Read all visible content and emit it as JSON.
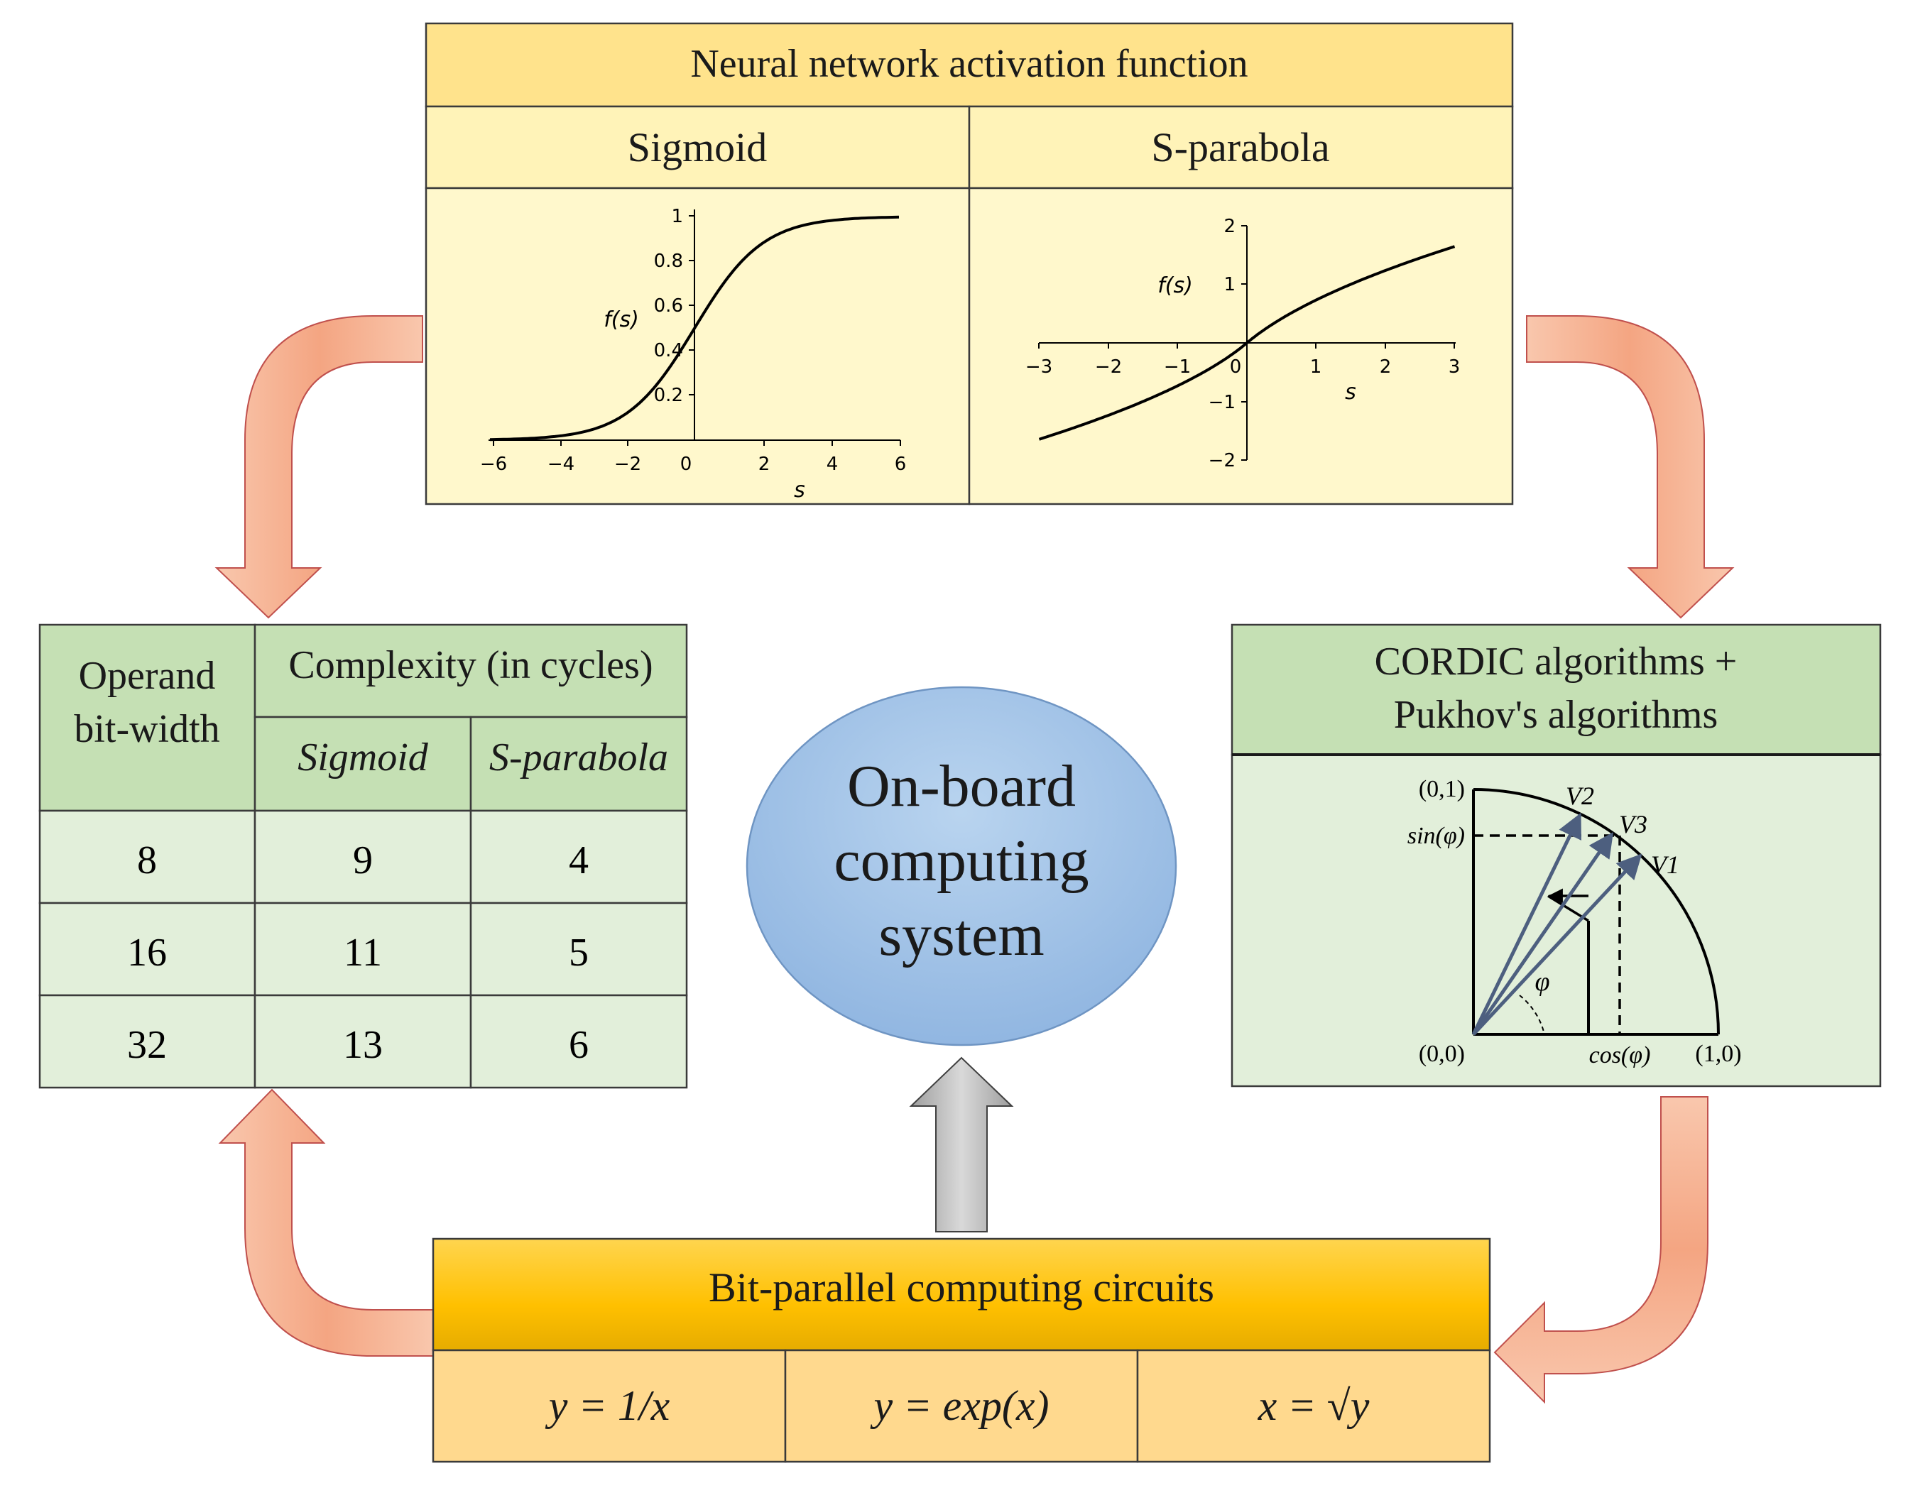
{
  "activation_panel": {
    "title": "Neural network activation function",
    "col_sigmoid": "Sigmoid",
    "col_sparabola": "S-parabola",
    "sigmoid_plot": {
      "y_label": "f(s)",
      "x_label": "s",
      "x_ticks": [
        "−6",
        "−4",
        "−2",
        "0",
        "2",
        "4",
        "6"
      ],
      "y_ticks": [
        "0.2",
        "0.4",
        "0.6",
        "0.8",
        "1"
      ]
    },
    "sparabola_plot": {
      "y_label": "f(s)",
      "x_label": "s",
      "x_ticks": [
        "−3",
        "−2",
        "−1",
        "0",
        "1",
        "2",
        "3"
      ],
      "y_ticks": [
        "−2",
        "−1",
        "1",
        "2"
      ]
    }
  },
  "complexity_table": {
    "header_operand": [
      "Operand",
      "bit-width"
    ],
    "header_complexity": "Complexity (in cycles)",
    "sub_sigmoid": "Sigmoid",
    "sub_sparabola": "S-parabola",
    "rows": [
      {
        "width": "8",
        "sigmoid": "9",
        "sparabola": "4"
      },
      {
        "width": "16",
        "sigmoid": "11",
        "sparabola": "5"
      },
      {
        "width": "32",
        "sigmoid": "13",
        "sparabola": "6"
      }
    ]
  },
  "center": {
    "lines": [
      "On-board",
      "computing",
      "system"
    ]
  },
  "cordic_panel": {
    "title_lines": [
      "CORDIC algorithms +",
      "Pukhov's algorithms"
    ],
    "label_01": "(0,1)",
    "label_00": "(0,0)",
    "label_10": "(1,0)",
    "label_sin": "sin(φ)",
    "label_cos": "cos(φ)",
    "label_phi": "φ",
    "label_v1": "V1",
    "label_v2": "V2",
    "label_v3": "V3"
  },
  "circuits_panel": {
    "title": "Bit-parallel computing circuits",
    "formulas": [
      "y = 1/x",
      "y = exp(x)",
      "x = √y"
    ]
  },
  "colors": {
    "yellow_header": "#ffe38c",
    "yellow_light": "#fff5bf",
    "yellow_plot": "#fff8cc",
    "green_header": "#c5e0b4",
    "green_light": "#e2efda",
    "arrow_salmon": "#f4a582",
    "arrow_gray": "#bfbfbf",
    "ellipse_blue": "#9dc3e6",
    "vector_blue": "#4d5f7f",
    "circuit_header": "#ffc000",
    "circuit_light": "#ffd98e"
  }
}
